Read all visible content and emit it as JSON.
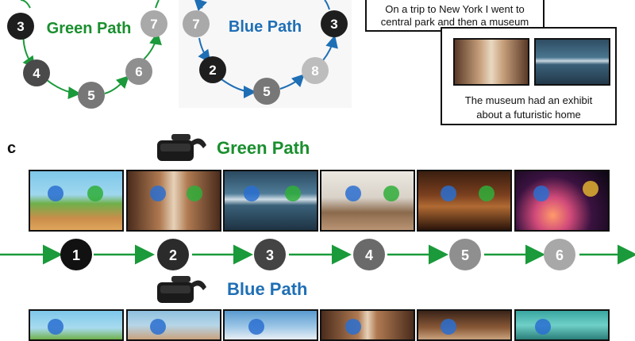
{
  "top_diagram": {
    "green_label": "Green Path",
    "blue_label": "Blue Path",
    "green_nodes": [
      "3",
      "4",
      "5",
      "6",
      "7"
    ],
    "blue_nodes": [
      "2",
      "5",
      "8",
      "3",
      "7"
    ]
  },
  "story": {
    "trip_text_line1": "On a trip to New York I went to",
    "trip_text_line2": "central park and then a museum",
    "museum_text_line1": "The museum had an exhibit",
    "museum_text_line2": "about a futuristic home"
  },
  "panel_c": {
    "panel_letter": "c",
    "green_title": "Green Path",
    "blue_title": "Blue Path",
    "timeline_nodes": [
      "1",
      "2",
      "3",
      "4",
      "5",
      "6"
    ],
    "node_colors": [
      "#111111",
      "#2b2b2b",
      "#444444",
      "#6a6a6a",
      "#8f8f8f",
      "#a8a8a8"
    ]
  },
  "colors": {
    "green": "#1a8f2e",
    "blue": "#1f6fb5",
    "arrow": "#1a9a3a"
  }
}
